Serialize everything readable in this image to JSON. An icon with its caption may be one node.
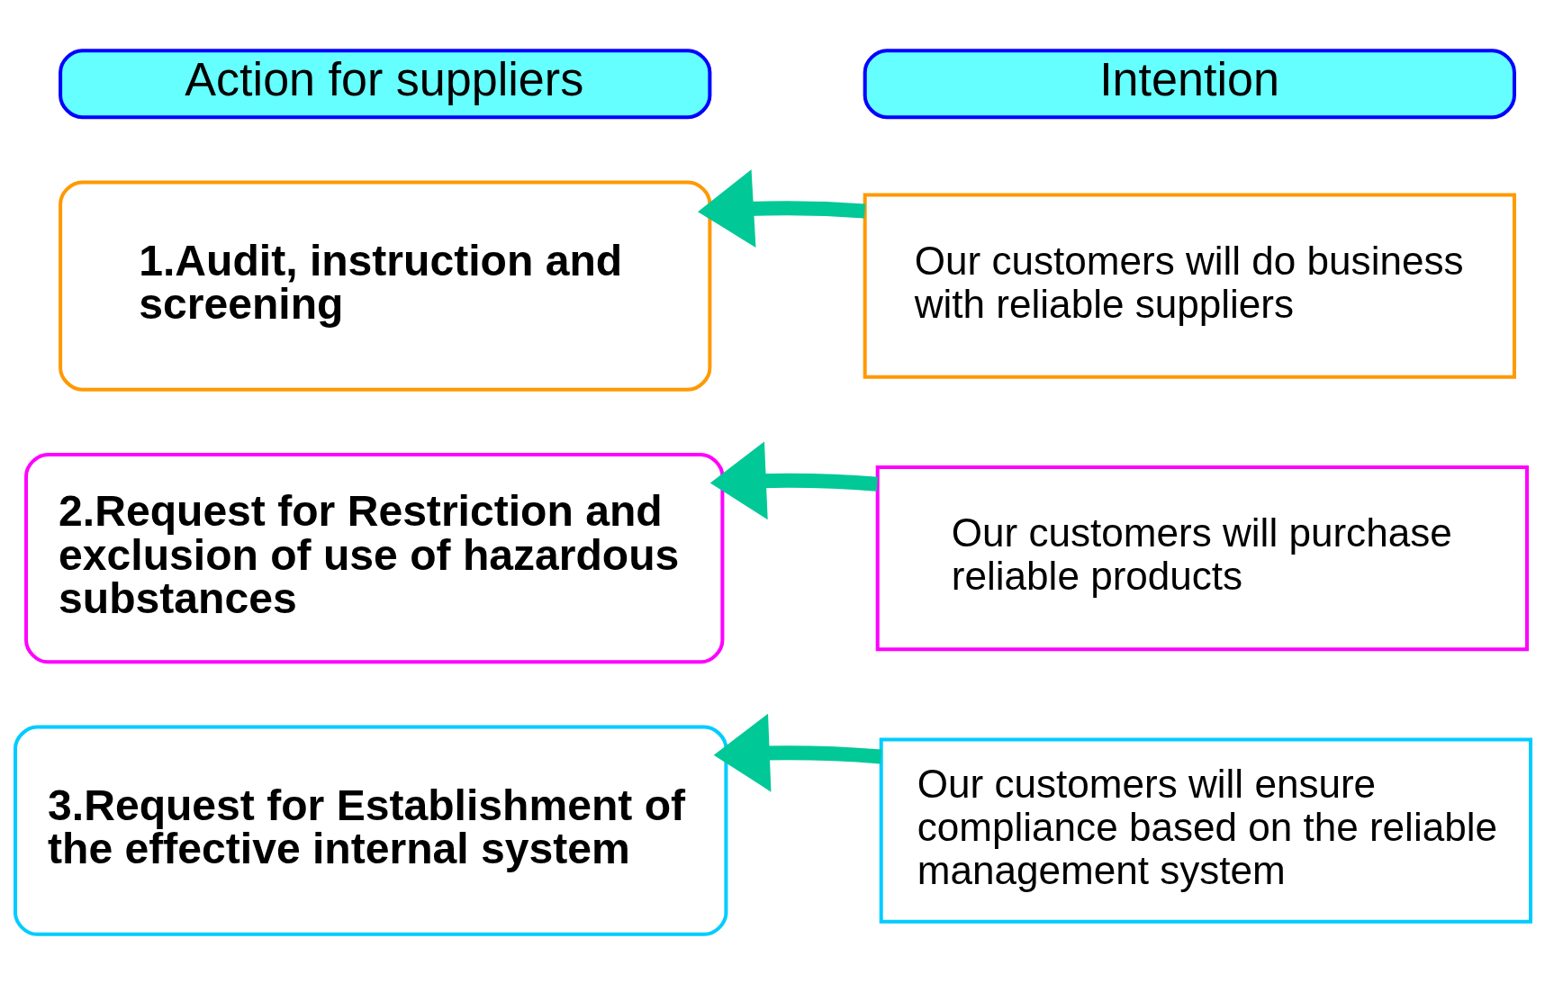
{
  "diagram": {
    "nodes": [
      {
        "text": [
          "Action for suppliers"
        ]
      },
      {
        "text": [
          "Intention"
        ]
      },
      {
        "text": [
          "1.Audit, instruction and screening"
        ]
      },
      {
        "text": [
          "Our customers will do business with reliable suppliers"
        ]
      },
      {
        "text": [
          "2.Request for Restriction and exclusion of use of hazardous substances"
        ]
      },
      {
        "text": [
          "Our customers will purchase reliable products"
        ]
      },
      {
        "text": [
          "3.Request for Establishment of the effective internal system"
        ]
      },
      {
        "text": [
          "Our customers will ensure compliance based on the reliable management system"
        ]
      }
    ],
    "edges": [
      {
        "from": 3,
        "to": 2,
        "arrow": "to"
      },
      {
        "from": 5,
        "to": 4,
        "arrow": "to"
      },
      {
        "from": 7,
        "to": 6,
        "arrow": "to"
      }
    ]
  }
}
